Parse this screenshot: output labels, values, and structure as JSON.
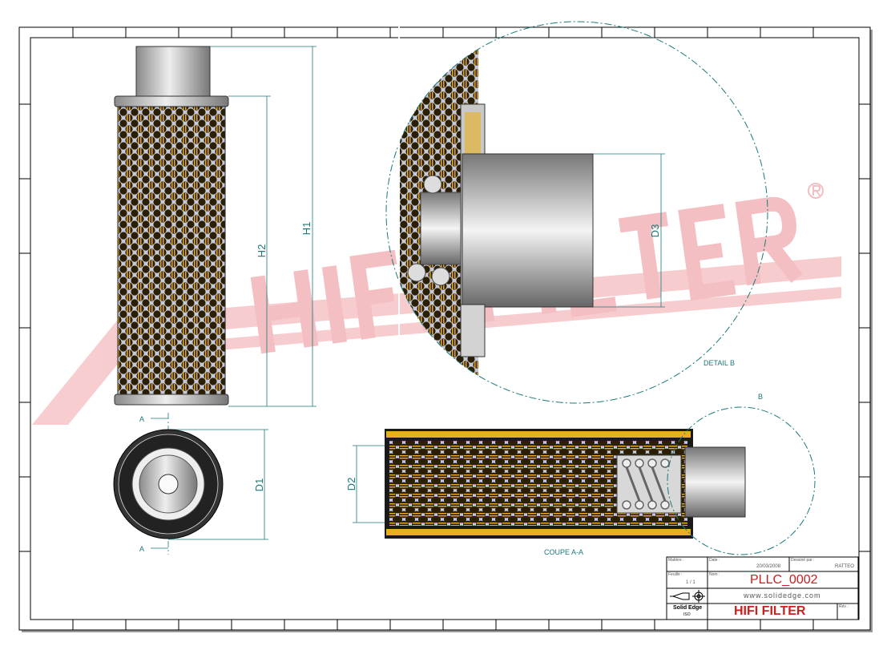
{
  "drawing": {
    "dimensions": {
      "h1": "H1",
      "h2": "H2",
      "d1": "D1",
      "d2": "D2",
      "d3": "D3"
    },
    "section_marker": "A",
    "section_label": "COUPE A-A",
    "detail_marker": "B",
    "detail_label": "DETAIL B"
  },
  "watermark": {
    "text": "HIFI FILTER",
    "registered": "®",
    "color": "#f3b4b8"
  },
  "title_block": {
    "material_label": "Matière :",
    "date_label": "Date :",
    "date": "20/03/2008",
    "drawn_by_label": "Dessiné par :",
    "drawn_by": "RATTEO",
    "scale_label": "Feuille :",
    "scale": "1 / 1",
    "name_label": "Nom :",
    "part_number": "PLLC_0002",
    "website": "www.solidedge.com",
    "software": "Solid Edge",
    "software_sub": "ISO",
    "company": "HIFI FILTER",
    "rev_label": "Rév. :",
    "accent_color": "#cc1f1f"
  },
  "colors": {
    "dimension": "#1a7a7a",
    "filter_media": "#e0a820",
    "metal": "#b8b8c8"
  }
}
